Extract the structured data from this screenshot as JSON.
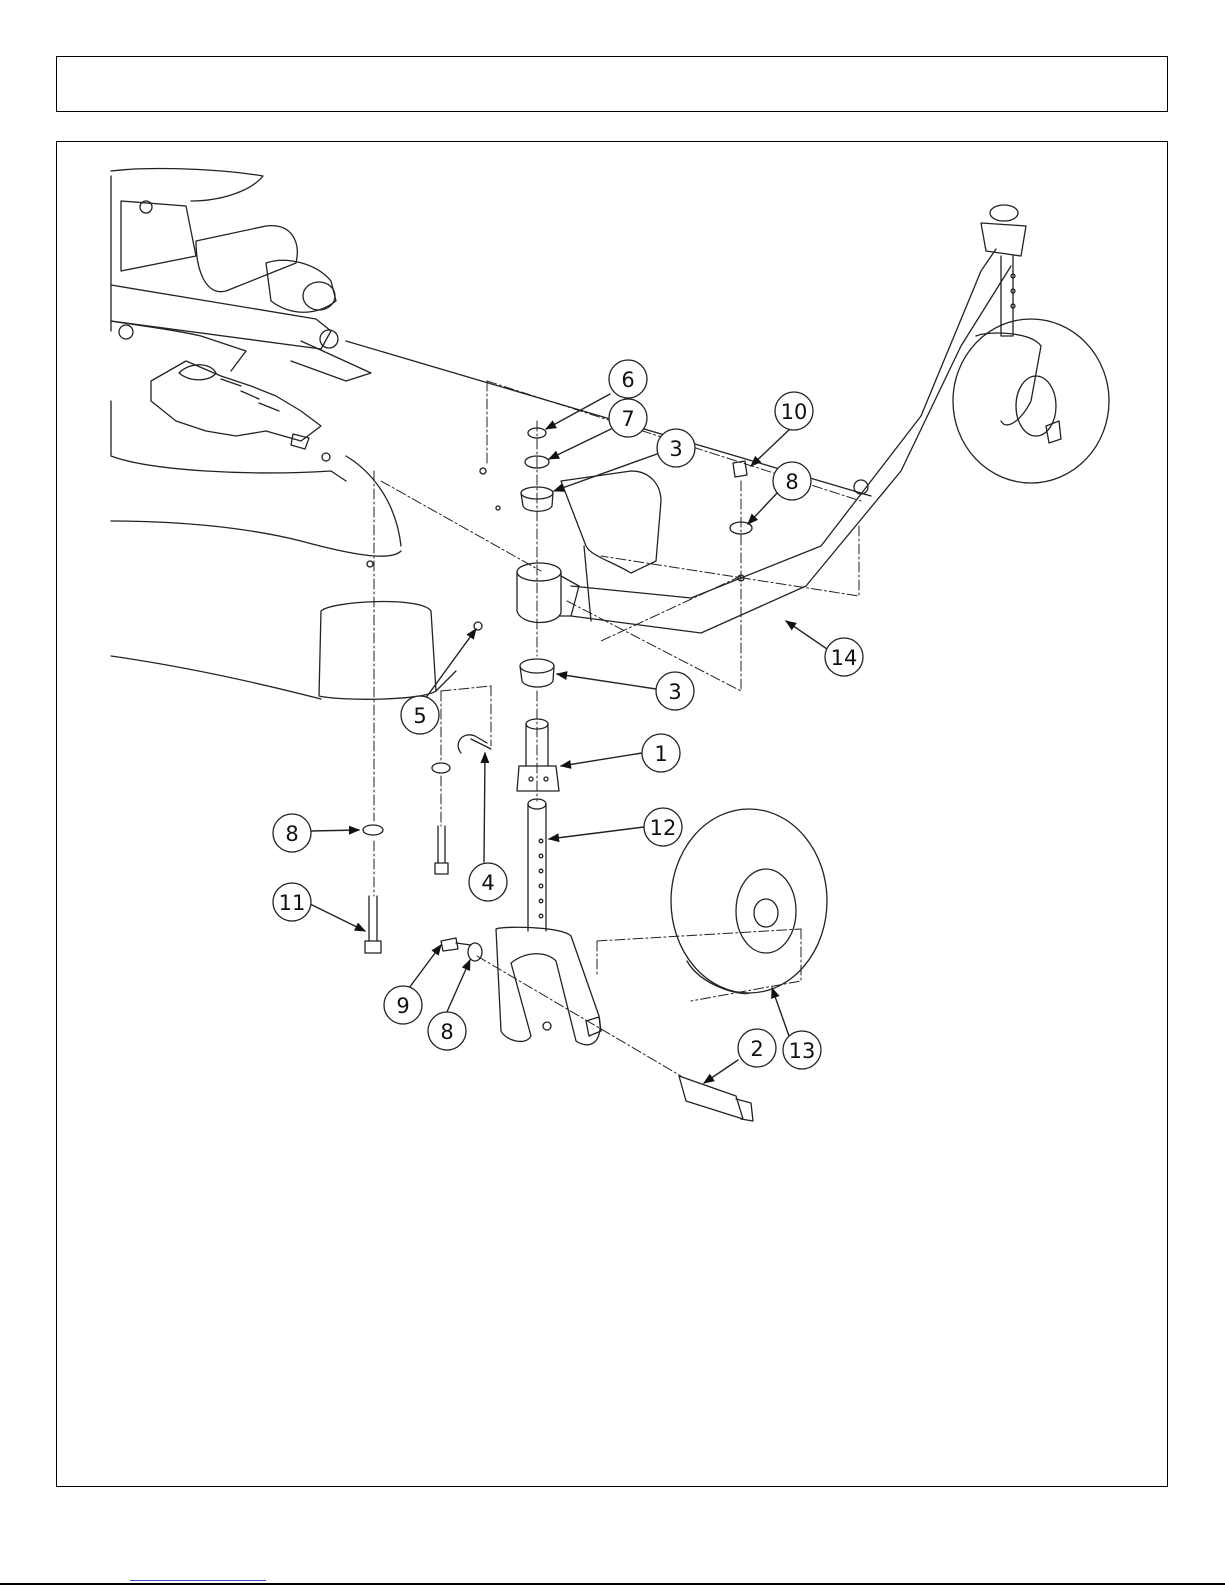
{
  "header": {
    "title": ""
  },
  "diagram": {
    "callouts": [
      {
        "id": "c6",
        "label": "6"
      },
      {
        "id": "c7",
        "label": "7"
      },
      {
        "id": "c3a",
        "label": "3"
      },
      {
        "id": "c10",
        "label": "10"
      },
      {
        "id": "c8a",
        "label": "8"
      },
      {
        "id": "c14",
        "label": "14"
      },
      {
        "id": "c3b",
        "label": "3"
      },
      {
        "id": "c5",
        "label": "5"
      },
      {
        "id": "c1",
        "label": "1"
      },
      {
        "id": "c12",
        "label": "12"
      },
      {
        "id": "c8b",
        "label": "8"
      },
      {
        "id": "c4",
        "label": "4"
      },
      {
        "id": "c11",
        "label": "11"
      },
      {
        "id": "c9",
        "label": "9"
      },
      {
        "id": "c8c",
        "label": "8"
      },
      {
        "id": "c2",
        "label": "2"
      },
      {
        "id": "c13",
        "label": "13"
      }
    ]
  },
  "footer": {
    "link_text": ""
  }
}
